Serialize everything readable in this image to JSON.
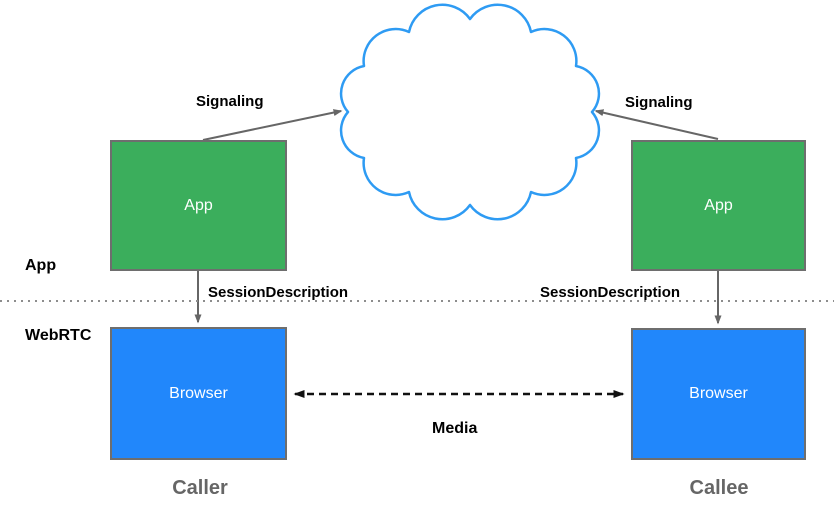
{
  "diagram": {
    "layers": {
      "app_label": "App",
      "webrtc_label": "WebRTC"
    },
    "nodes": {
      "caller_app": {
        "label": "App"
      },
      "callee_app": {
        "label": "App"
      },
      "caller_browser": {
        "label": "Browser"
      },
      "callee_browser": {
        "label": "Browser"
      },
      "cloud": {
        "name": "signaling-cloud"
      }
    },
    "edges": {
      "signaling_left": {
        "label": "Signaling"
      },
      "signaling_right": {
        "label": "Signaling"
      },
      "sessiondescription_left": {
        "label": "SessionDescription"
      },
      "sessiondescription_right": {
        "label": "SessionDescription"
      },
      "media": {
        "label": "Media"
      }
    },
    "captions": {
      "caller": "Caller",
      "callee": "Callee"
    },
    "colors": {
      "green": "#3BAE5C",
      "blue": "#2187FB",
      "cloud_stroke": "#2E9BF3",
      "connector": "#666666",
      "media": "#111111",
      "caption": "#666666"
    }
  }
}
